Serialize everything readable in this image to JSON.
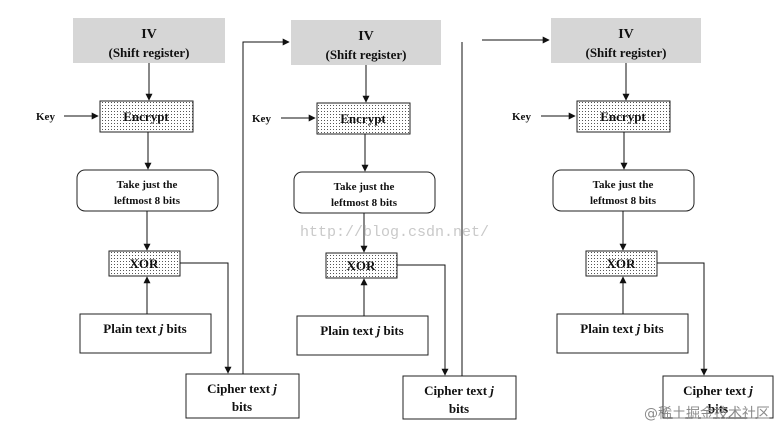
{
  "stages": [
    {
      "iv": {
        "title": "IV",
        "subtitle": "(Shift register)"
      },
      "key_label": "Key",
      "encrypt_label": "Encrypt",
      "take_bits": {
        "line1": "Take just the",
        "line2": "leftmost 8 bits"
      },
      "xor_label": "XOR",
      "plain": {
        "text": "Plain text ",
        "var": "j",
        "suffix": " bits"
      },
      "cipher": {
        "line1": "Cipher text ",
        "var": "j",
        "line2": "bits"
      }
    },
    {
      "iv": {
        "title": "IV",
        "subtitle": "(Shift register)"
      },
      "key_label": "Key",
      "encrypt_label": "Encrypt",
      "take_bits": {
        "line1": "Take just the",
        "line2": "leftmost 8 bits"
      },
      "xor_label": "XOR",
      "plain": {
        "text": "Plain text ",
        "var": "j",
        "suffix": " bits"
      },
      "cipher": {
        "line1": "Cipher text ",
        "var": "j",
        "line2": "bits"
      }
    },
    {
      "iv": {
        "title": "IV",
        "subtitle": "(Shift register)"
      },
      "key_label": "Key",
      "encrypt_label": "Encrypt",
      "take_bits": {
        "line1": "Take just the",
        "line2": "leftmost 8 bits"
      },
      "xor_label": "XOR",
      "plain": {
        "text": "Plain text ",
        "var": "j",
        "suffix": " bits"
      },
      "cipher": {
        "line1": "Cipher text ",
        "var": "j",
        "line2": "bits"
      }
    }
  ],
  "watermark": "http://blog.csdn.net/",
  "credit": "@稀土掘金技术社区",
  "colors": {
    "iv_fill": "#d6d6d6",
    "line": "#111111",
    "border": "#222222"
  }
}
